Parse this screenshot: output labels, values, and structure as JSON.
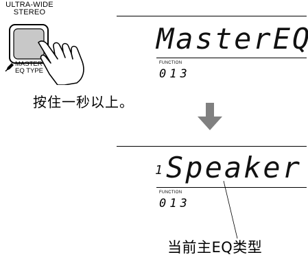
{
  "button": {
    "top_label_line1": "ULTRA-WIDE",
    "top_label_line2": "STEREO",
    "bottom_label_line1": "MASTER",
    "bottom_label_line2": "EQ TYPE"
  },
  "instruction": "按住一秒以上。",
  "display_before": {
    "main_text": "MasterEQ",
    "tag": "FUNCTION",
    "number": "013"
  },
  "display_after": {
    "prefix": "1",
    "main_text": "Speaker",
    "tag": "FUNCTION",
    "number": "013"
  },
  "callout": "当前主EQ类型",
  "colors": {
    "arrow": "#808080",
    "button_face": "#c8c8c8",
    "text": "#000000"
  }
}
